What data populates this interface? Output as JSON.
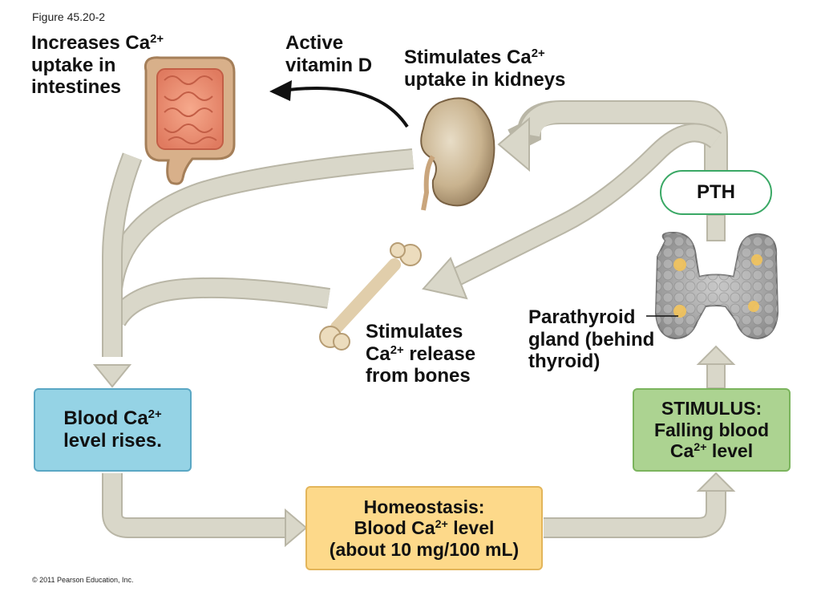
{
  "figure_label": "Figure 45.20-2",
  "copyright": "© 2011 Pearson Education, Inc.",
  "labels": {
    "intestine_line1": "Increases Ca",
    "intestine_sup": "2+",
    "intestine_line2": "uptake in",
    "intestine_line3": "intestines",
    "vitd_line1": "Active",
    "vitd_line2": "vitamin D",
    "kidney_line1": "Stimulates Ca",
    "kidney_sup": "2+",
    "kidney_line2": "uptake in kidneys",
    "bone_line1": "Stimulates",
    "bone_line2a": "Ca",
    "bone_sup": "2+",
    "bone_line2b": " release",
    "bone_line3": "from bones",
    "parathyroid_line1": "Parathyroid",
    "parathyroid_line2": "gland (behind",
    "parathyroid_line3": "thyroid)",
    "pth": "PTH"
  },
  "boxes": {
    "blood_rises": {
      "line1": "Blood Ca",
      "sup": "2+",
      "line2": "level rises.",
      "color": "#95d3e5",
      "border": "#5aa7c4"
    },
    "homeostasis": {
      "line1": "Homeostasis:",
      "line2a": "Blood Ca",
      "sup": "2+",
      "line2b": " level",
      "line3": "(about 10 mg/100 mL)",
      "color": "#fdd98a",
      "border": "#e3b55a"
    },
    "stimulus": {
      "line1": "STIMULUS:",
      "line2": "Falling blood",
      "line3a": "Ca",
      "sup": "2+",
      "line3b": " level",
      "color": "#acd391",
      "border": "#7bb45d"
    }
  },
  "colors": {
    "pathway_arrow": "#d9d7c9",
    "pathway_outline": "#b9b6a6",
    "vitd_arrow": "#111111",
    "pth_outline": "#3aa865"
  }
}
